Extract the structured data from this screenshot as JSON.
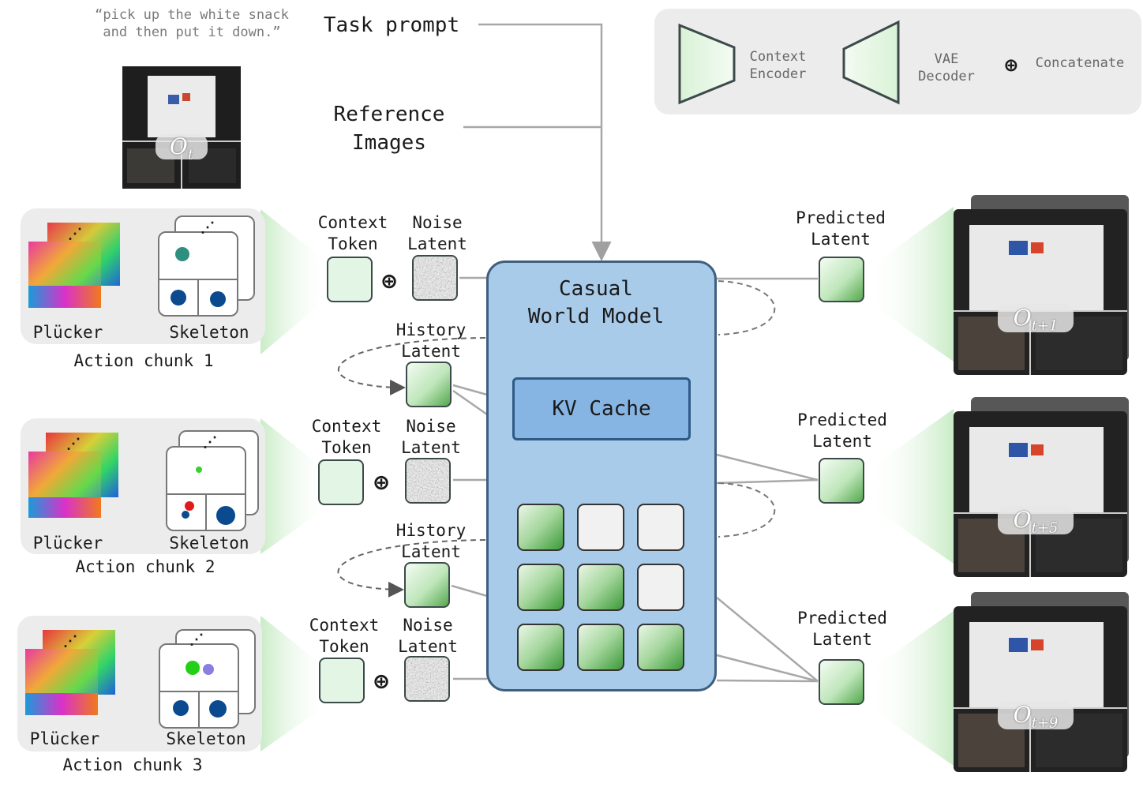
{
  "prompt_quote": "“pick up the white snack\nand then put it down.”",
  "task_prompt": "Task prompt",
  "reference_images": "Reference\nImages",
  "obs_current": "O",
  "obs_current_sub": "t",
  "legend": {
    "context_encoder": "Context\nEncoder",
    "vae_decoder": "VAE\nDecoder",
    "concat_symbol": "⊕",
    "concatenate": "Concatenate"
  },
  "chunks": [
    {
      "plucker": "Plücker",
      "skeleton": "Skeleton",
      "title": "Action chunk 1"
    },
    {
      "plucker": "Plücker",
      "skeleton": "Skeleton",
      "title": "Action chunk 2"
    },
    {
      "plucker": "Plücker",
      "skeleton": "Skeleton",
      "title": "Action chunk 3"
    }
  ],
  "context_token": "Context\nToken",
  "noise_latent": "Noise\nLatent",
  "history_latent": "History\nLatent",
  "plus": "⊕",
  "world_model": "Casual\nWorld Model",
  "kv_cache": "KV Cache",
  "predicted_latent": "Predicted\nLatent",
  "outputs": [
    {
      "obs": "O",
      "sub": "t+1"
    },
    {
      "obs": "O",
      "sub": "t+5"
    },
    {
      "obs": "O",
      "sub": "t+9"
    }
  ],
  "grid_pattern": [
    [
      "green",
      "gray",
      "gray"
    ],
    [
      "green",
      "green",
      "gray"
    ],
    [
      "green",
      "green",
      "green"
    ]
  ]
}
